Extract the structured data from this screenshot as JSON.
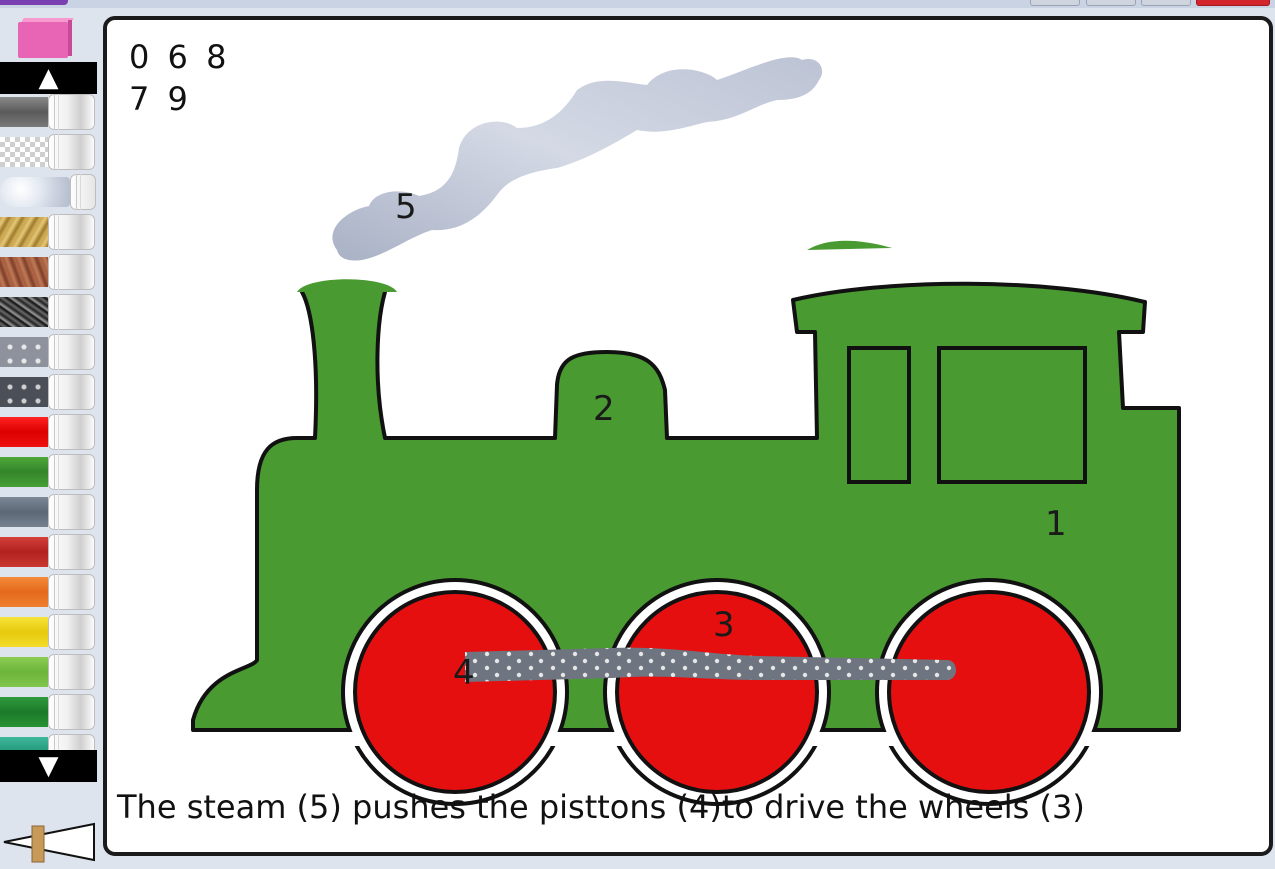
{
  "colors": {
    "train_green": "#4a9a32",
    "wheel_red": "#e60f0f",
    "outline": "#111111",
    "steam": "#b8bfd0",
    "eraser": "#e765b4",
    "scroll_button": "#000000"
  },
  "palette": {
    "scroll_up_icon": "triangle-up-icon",
    "scroll_down_icon": "triangle-down-icon",
    "markers": [
      {
        "name": "marker-gray"
      },
      {
        "name": "marker-transparent-checker"
      },
      {
        "name": "marker-cloud-texture"
      },
      {
        "name": "marker-gold-texture"
      },
      {
        "name": "marker-copper-texture"
      },
      {
        "name": "marker-dark-rock-texture"
      },
      {
        "name": "marker-riveted-steel-texture"
      },
      {
        "name": "marker-riveted-dark-steel-texture"
      },
      {
        "name": "marker-red"
      },
      {
        "name": "marker-green"
      },
      {
        "name": "marker-slate-gray"
      },
      {
        "name": "marker-crimson"
      },
      {
        "name": "marker-orange"
      },
      {
        "name": "marker-yellow"
      },
      {
        "name": "marker-light-green"
      },
      {
        "name": "marker-dark-green"
      },
      {
        "name": "marker-teal"
      }
    ]
  },
  "canvas": {
    "counter_line1": "0 6 8",
    "counter_line2": "7 9",
    "labels": {
      "n1": "1",
      "n2": "2",
      "n3": "3",
      "n4": "4",
      "n5": "5"
    },
    "caption": "The steam (5) pushes the pisttons (4)to drive the wheels (3)"
  }
}
